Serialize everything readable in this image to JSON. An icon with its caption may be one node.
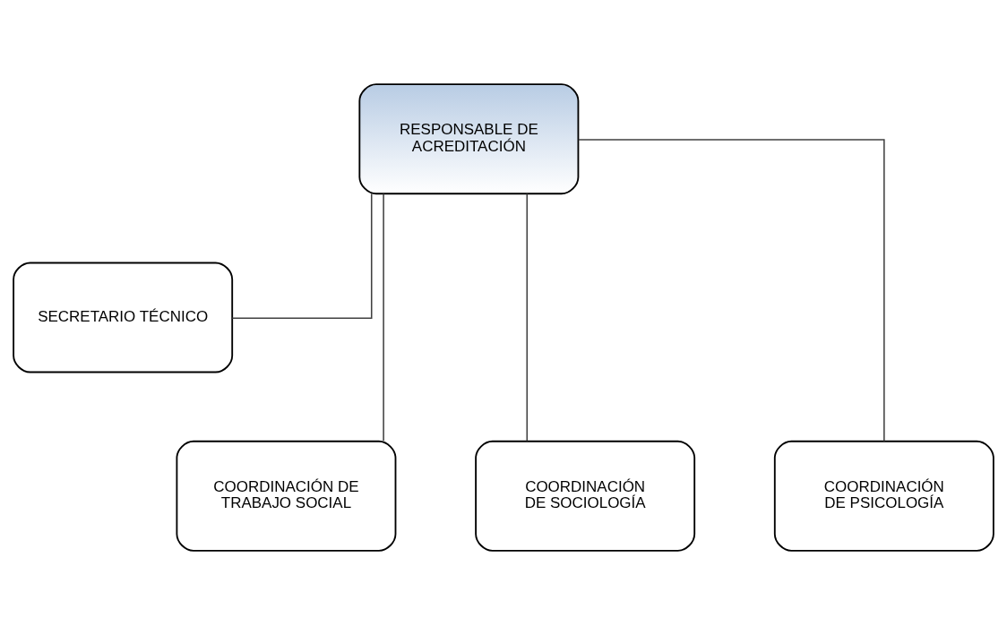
{
  "diagram": {
    "nodes": [
      {
        "text": [
          "RESPONSABLE DE ACREDITACIÓN"
        ]
      },
      {
        "text": [
          "SECRETARIO TÉCNICO"
        ]
      },
      {
        "text": [
          "COORDINACIÓN DE TRABAJO SOCIAL"
        ]
      },
      {
        "text": [
          "COORDINACIÓN  DE SOCIOLOGÍA"
        ]
      },
      {
        "text": [
          "COORDINACIÓN DE PSICOLOGÍA"
        ]
      }
    ],
    "edges": [
      {
        "from": 0,
        "to": 1,
        "arrow": "none"
      },
      {
        "from": 0,
        "to": 2,
        "arrow": "none"
      },
      {
        "from": 0,
        "to": 3,
        "arrow": "none"
      },
      {
        "from": 0,
        "to": 4,
        "arrow": "none"
      }
    ]
  }
}
